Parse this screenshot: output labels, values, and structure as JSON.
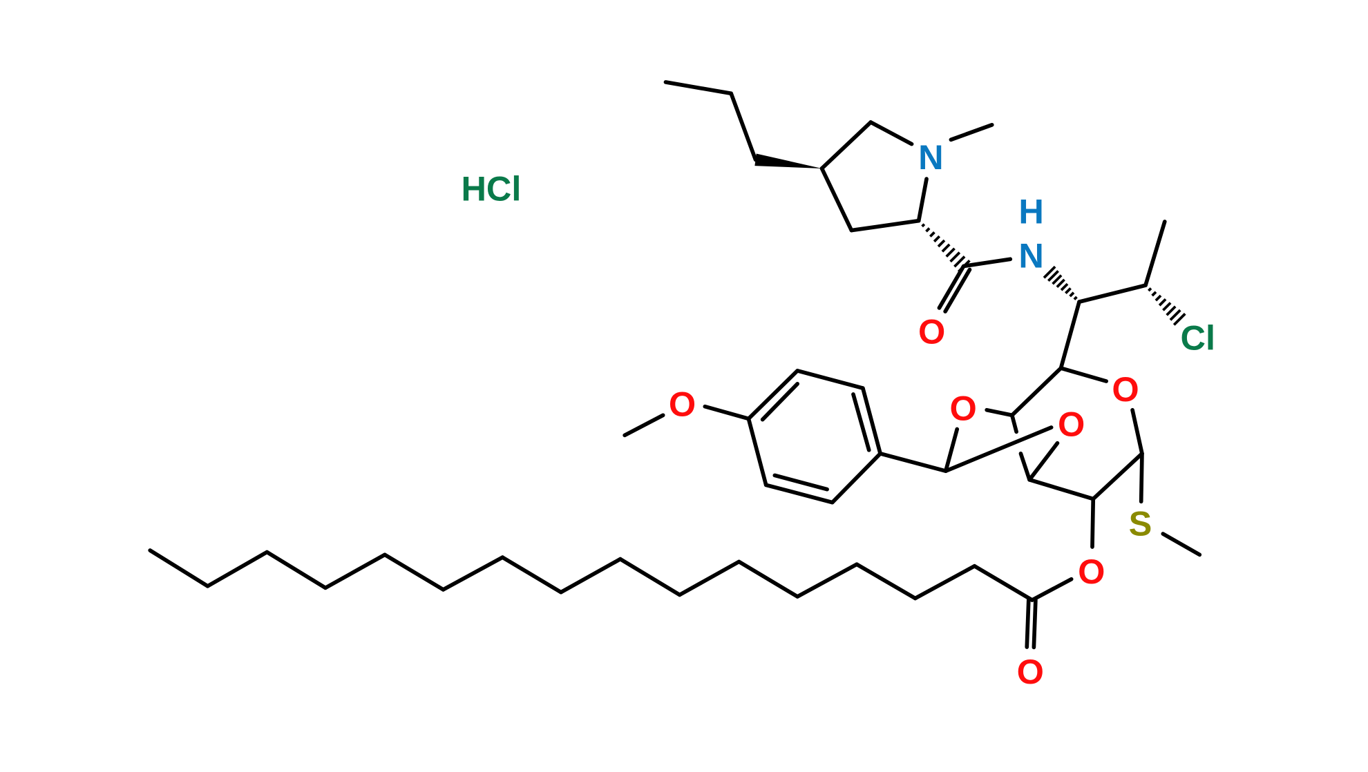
{
  "molecule": {
    "salt_label": "HCl",
    "atoms": {
      "pyrrolidine_n": "N",
      "amide_h": "H",
      "amide_n": "N",
      "amide_o": "O",
      "chloro": "Cl",
      "ring_o": "O",
      "acetal_o1": "O",
      "acetal_o2": "O",
      "methoxy_o": "O",
      "thio_s": "S",
      "ester_o": "O",
      "carbonyl_o": "O"
    }
  },
  "colors": {
    "oxygen": "#ff0d0d",
    "nitrogen": "#0a78c0",
    "chlorine": "#0a7a4a",
    "sulfur": "#8a8a00",
    "bond": "#000000"
  }
}
